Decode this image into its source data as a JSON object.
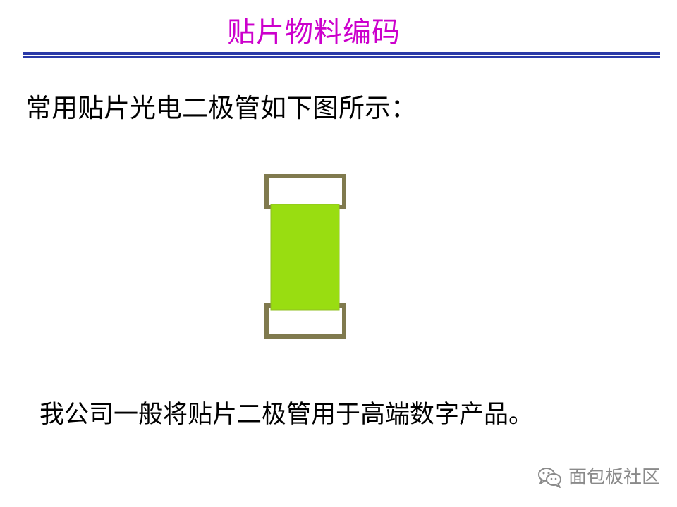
{
  "title": "贴片物料编码",
  "intro_text": "常用贴片光电二极管如下图所示：",
  "usage_text": "我公司一般将贴片二极管用于高端数字产品。",
  "watermark": {
    "icon": "wechat-icon",
    "label": "面包板社区"
  },
  "colors": {
    "title": "#cc00cc",
    "rule": "#2b3aa8",
    "led_body": "#99dd11",
    "led_terminal": "#807a4e"
  }
}
